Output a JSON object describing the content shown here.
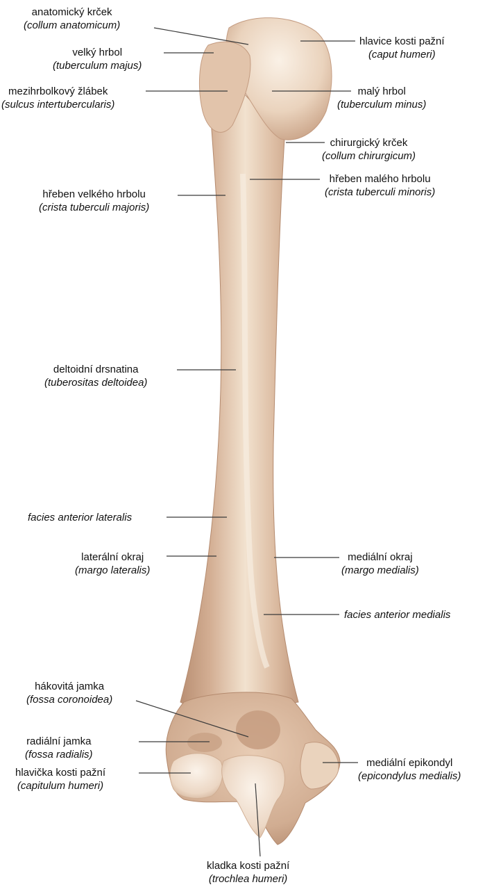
{
  "colors": {
    "bone_light": "#f4e6d6",
    "bone_mid": "#dcb89c",
    "bone_dark": "#b98f73",
    "leader_line": "#3a3a3a"
  },
  "labels": {
    "collum_anatomicum": {
      "name": "anatomický krček",
      "latin": "(collum anatomicum)"
    },
    "tuberculum_majus": {
      "name": "velký hrbol",
      "latin": "(tuberculum majus)"
    },
    "sulcus": {
      "name": "mezihrbolkový žlábek",
      "latin": "(sulcus intertubercularis)"
    },
    "crista_majoris": {
      "name": "hřeben velkého hrbolu",
      "latin": "(crista tuberculi majoris)"
    },
    "deltoidea": {
      "name": "deltoidní drsnatina",
      "latin": "(tuberositas deltoidea)"
    },
    "facies_lateralis": {
      "name": "",
      "latin": "facies anterior lateralis"
    },
    "margo_lateralis": {
      "name": "laterální okraj",
      "latin": "(margo lateralis)"
    },
    "fossa_coronoidea": {
      "name": "hákovitá jamka",
      "latin": "(fossa coronoidea)"
    },
    "fossa_radialis": {
      "name": "radiální jamka",
      "latin": "(fossa radialis)"
    },
    "capitulum": {
      "name": "hlavička kosti pažní",
      "latin": "(capitulum humeri)"
    },
    "caput": {
      "name": "hlavice kosti pažní",
      "latin": "(caput humeri)"
    },
    "tuberculum_minus": {
      "name": "malý hrbol",
      "latin": "(tuberculum minus)"
    },
    "collum_chirurgicum": {
      "name": "chirurgický krček",
      "latin": "(collum chirurgicum)"
    },
    "crista_minoris": {
      "name": "hřeben malého hrbolu",
      "latin": "(crista tuberculi minoris)"
    },
    "margo_medialis": {
      "name": "mediální okraj",
      "latin": "(margo medialis)"
    },
    "facies_medialis": {
      "name": "",
      "latin": "facies anterior medialis"
    },
    "epicondylus": {
      "name": "mediální epikondyl",
      "latin": "(epicondylus medialis)"
    },
    "trochlea": {
      "name": "kladka kosti pažní",
      "latin": "(trochlea humeri)"
    }
  }
}
